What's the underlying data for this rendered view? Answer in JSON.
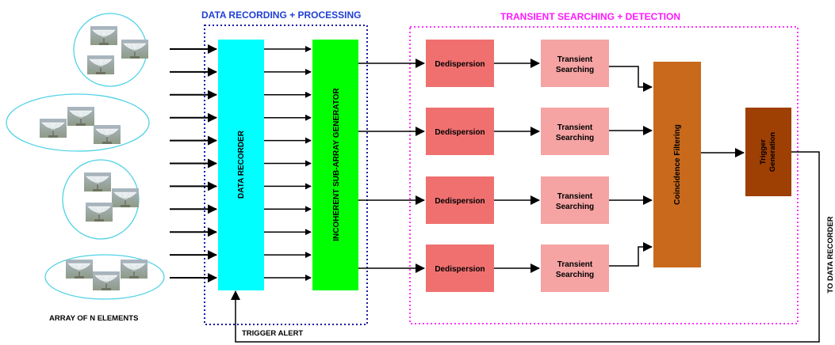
{
  "groups": {
    "recording_title": "DATA RECORDING + PROCESSING",
    "detection_title": "TRANSIENT SEARCHING + DETECTION"
  },
  "blocks": {
    "data_recorder": "DATA RECORDER",
    "subarray_generator": "INCOHERENT SUB-ARRAY GENERATOR",
    "dedispersion": [
      "Dedispersion",
      "Dedispersion",
      "Dedispersion",
      "Dedispersion"
    ],
    "transient_line1": [
      "Transient",
      "Transient",
      "Transient",
      "Transient"
    ],
    "transient_line2": [
      "Searching",
      "Searching",
      "Searching",
      "Searching"
    ],
    "coincidence": "Coincidence Filtering",
    "trigger_line1": "Trigger",
    "trigger_line2": "Generation"
  },
  "labels": {
    "array": "ARRAY OF N ELEMENTS",
    "trigger_alert": "TRIGGER ALERT",
    "to_data_recorder": "TO DATA RECORDER"
  },
  "colors": {
    "recording_border": "#1a1aa6",
    "recording_title": "#1f3fd6",
    "detection_border": "#ff33ff",
    "detection_title": "#ff19ff",
    "data_recorder": "#00ffff",
    "subarray_generator": "#00ff00",
    "dedispersion": "#f07070",
    "transient": "#f5a3a3",
    "coincidence": "#c8691c",
    "trigger": "#9e3f04",
    "antenna_group": "#4fd2e6"
  },
  "icons": {
    "antenna": "radio-dish-icon"
  }
}
